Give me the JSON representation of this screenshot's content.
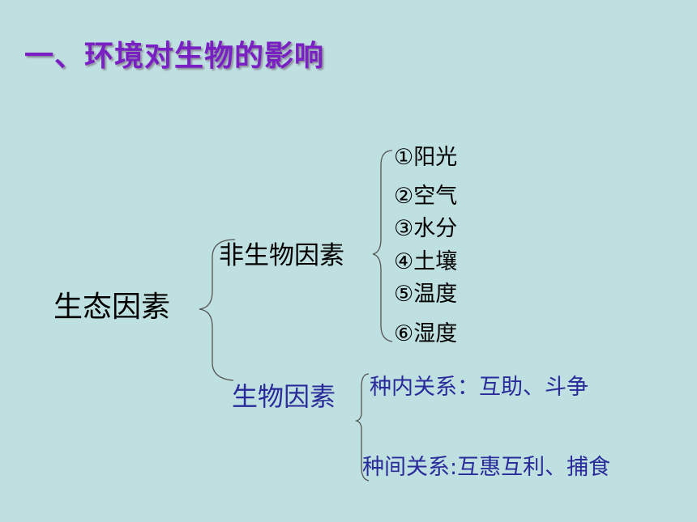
{
  "title": "一、环境对生物的影响",
  "root": "生态因素",
  "abiotic": {
    "label": "非生物因素",
    "items": [
      "①阳光",
      "②空气",
      "③水分",
      "④土壤",
      "⑤温度",
      "⑥湿度"
    ]
  },
  "biotic": {
    "label": "生物因素",
    "intra": "种内关系：互助、斗争",
    "inter": "种间关系:互惠互利、捕食"
  }
}
